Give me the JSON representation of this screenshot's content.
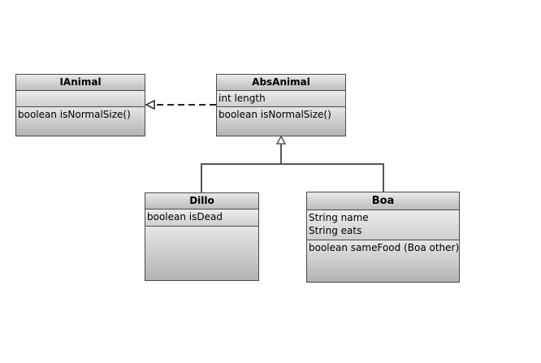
{
  "classes": {
    "ianimal": {
      "name": "IAnimal",
      "attributes": [],
      "methods": [
        "boolean isNormalSize()"
      ]
    },
    "absanimal": {
      "name": "AbsAnimal",
      "attributes": [
        "int length"
      ],
      "methods": [
        "boolean isNormalSize()"
      ]
    },
    "dillo": {
      "name": "Dillo",
      "attributes": [
        "boolean isDead"
      ],
      "methods": []
    },
    "boa": {
      "name": "Boa",
      "attributes": [
        "String name",
        "String eats"
      ],
      "methods": [
        "boolean sameFood (Boa other)"
      ]
    }
  },
  "relations": [
    {
      "type": "realization",
      "from": "AbsAnimal",
      "to": "IAnimal"
    },
    {
      "type": "generalization",
      "from": "Dillo",
      "to": "AbsAnimal"
    },
    {
      "type": "generalization",
      "from": "Boa",
      "to": "AbsAnimal"
    }
  ],
  "colors": {
    "border": "#4a4a4a",
    "fill_light": "#e9e9e9",
    "fill_dark": "#b3b3b3"
  }
}
